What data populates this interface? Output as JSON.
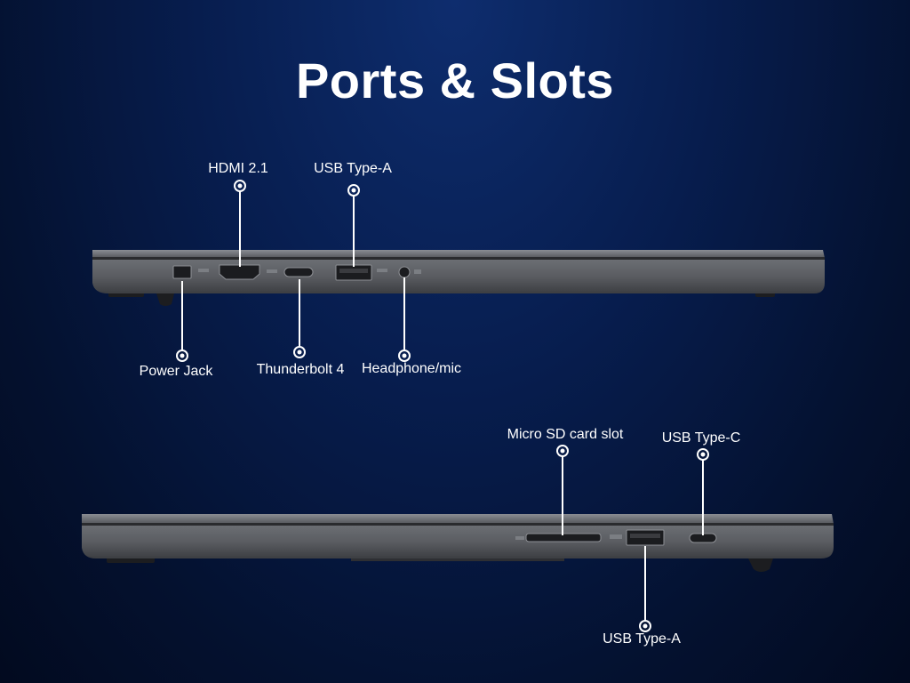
{
  "title": "Ports & Slots",
  "colors": {
    "background": "#071d4e",
    "laptop_body": "#5a5c61",
    "port_fill": "#1b1c1f",
    "callout": "#ffffff"
  },
  "left_side": {
    "callouts": [
      {
        "id": "power-jack",
        "label": "Power Jack"
      },
      {
        "id": "hdmi",
        "label": "HDMI 2.1"
      },
      {
        "id": "thunderbolt",
        "label": "Thunderbolt 4"
      },
      {
        "id": "usb-a-left",
        "label": "USB Type-A"
      },
      {
        "id": "headphone",
        "label": "Headphone/mic"
      }
    ]
  },
  "right_side": {
    "callouts": [
      {
        "id": "microsd",
        "label": "Micro SD card slot"
      },
      {
        "id": "usb-a-right",
        "label": "USB Type-A"
      },
      {
        "id": "usb-c",
        "label": "USB Type-C"
      }
    ]
  }
}
